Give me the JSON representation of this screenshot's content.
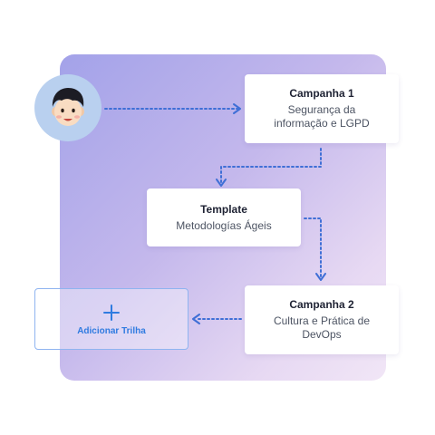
{
  "campaign1": {
    "title": "Campanha 1",
    "line1": "Segurança da",
    "line2": "informação e LGPD"
  },
  "template": {
    "title": "Template",
    "subtitle": "Metodologías Ágeis"
  },
  "campaign2": {
    "title": "Campanha 2",
    "line1": "Cultura e Prática de",
    "line2": "DevOps"
  },
  "add_track": {
    "icon": "plus-icon",
    "label": "Adicionar Trilha"
  },
  "avatar": {
    "icon": "boy-face-icon"
  },
  "colors": {
    "accent": "#2f7be0",
    "connector": "#3f6fd6",
    "panel_start": "#a3a2e9",
    "panel_end": "#f1e6f6"
  }
}
